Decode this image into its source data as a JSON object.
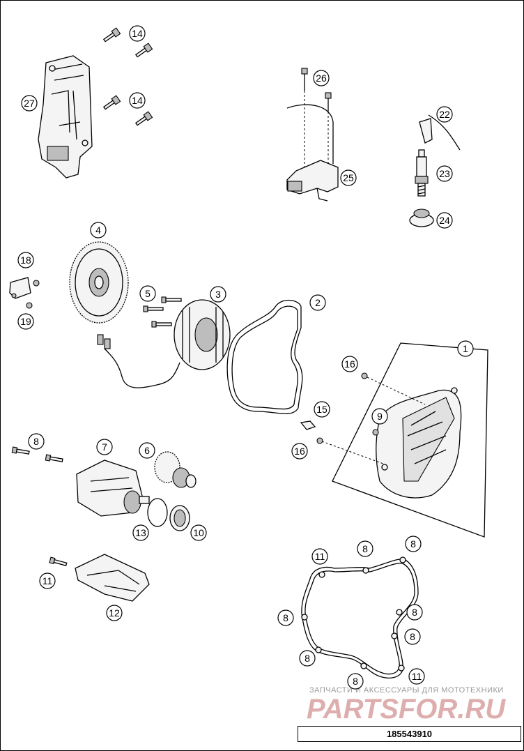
{
  "diagram": {
    "callouts": [
      {
        "id": "c14a",
        "label": "14"
      },
      {
        "id": "c27",
        "label": "27"
      },
      {
        "id": "c14b",
        "label": "14"
      },
      {
        "id": "c26",
        "label": "26"
      },
      {
        "id": "c25",
        "label": "25"
      },
      {
        "id": "c22",
        "label": "22"
      },
      {
        "id": "c23",
        "label": "23"
      },
      {
        "id": "c24",
        "label": "24"
      },
      {
        "id": "c4",
        "label": "4"
      },
      {
        "id": "c18",
        "label": "18"
      },
      {
        "id": "c19",
        "label": "19"
      },
      {
        "id": "c5",
        "label": "5"
      },
      {
        "id": "c3",
        "label": "3"
      },
      {
        "id": "c2",
        "label": "2"
      },
      {
        "id": "c1",
        "label": "1"
      },
      {
        "id": "c16a",
        "label": "16"
      },
      {
        "id": "c9",
        "label": "9"
      },
      {
        "id": "c15",
        "label": "15"
      },
      {
        "id": "c16b",
        "label": "16"
      },
      {
        "id": "c8a",
        "label": "8"
      },
      {
        "id": "c7",
        "label": "7"
      },
      {
        "id": "c6",
        "label": "6"
      },
      {
        "id": "c13",
        "label": "13"
      },
      {
        "id": "c10",
        "label": "10"
      },
      {
        "id": "c11a",
        "label": "11"
      },
      {
        "id": "c12",
        "label": "12"
      },
      {
        "id": "c11b",
        "label": "11"
      },
      {
        "id": "c8b",
        "label": "8"
      },
      {
        "id": "c8c",
        "label": "8"
      },
      {
        "id": "c8d",
        "label": "8"
      },
      {
        "id": "c8e",
        "label": "8"
      },
      {
        "id": "c8f",
        "label": "8"
      },
      {
        "id": "c8g",
        "label": "8"
      },
      {
        "id": "c8h",
        "label": "8"
      },
      {
        "id": "c11c",
        "label": "11"
      }
    ],
    "watermark": {
      "subtitle": "ЗАПЧАСТИ И АКСЕССУАРЫ ДЛЯ МОТОТЕХНИКИ",
      "brand": "PARTSFOR.RU"
    },
    "drawing_number": "185543910"
  }
}
